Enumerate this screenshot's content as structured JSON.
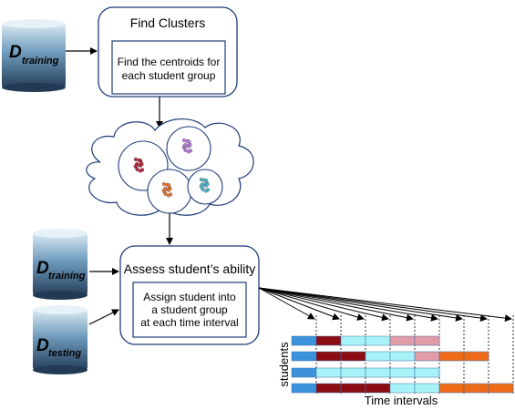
{
  "datasets": {
    "training_top": {
      "main": "D",
      "sub": "training"
    },
    "training_bottom": {
      "main": "D",
      "sub": "training"
    },
    "testing": {
      "main": "D",
      "sub": "testing"
    }
  },
  "find_clusters": {
    "title": "Find Clusters",
    "inner_lines": [
      "Find the centroids for",
      "each student group"
    ]
  },
  "assess": {
    "title": "Assess student’s ability",
    "inner_lines": [
      "Assign student into",
      "a student group",
      "at each time interval"
    ]
  },
  "timeline": {
    "ylabel": "students",
    "xlabel": "Time intervals",
    "rows": [
      [
        "blue",
        "darkred",
        "cyan",
        "cyan",
        "pink",
        "pink"
      ],
      [
        "blue",
        "darkred",
        "darkred",
        "cyan",
        "cyan",
        "pink",
        "orange",
        "orange"
      ],
      [
        "blue",
        "cyan",
        "cyan",
        "cyan",
        "cyan",
        "cyan"
      ],
      [
        "blue",
        "darkred",
        "darkred",
        "darkred",
        "cyan",
        "cyan",
        "orange",
        "orange",
        "orange"
      ]
    ],
    "segment_colors": {
      "blue": "#3c93dc",
      "darkred": "#8b0d13",
      "cyan": "#a8f3f7",
      "pink": "#e29ca7",
      "orange": "#ee6c19"
    }
  },
  "colors": {
    "cylinder_light": "#d4e6ef",
    "cylinder_dark": "#2a4c6a",
    "box_stroke": "#1d3c79",
    "cluster_red": "#b5243a",
    "cluster_purple": "#b07ad6",
    "cluster_orange": "#e0743a",
    "cluster_teal": "#4ab3c9"
  }
}
